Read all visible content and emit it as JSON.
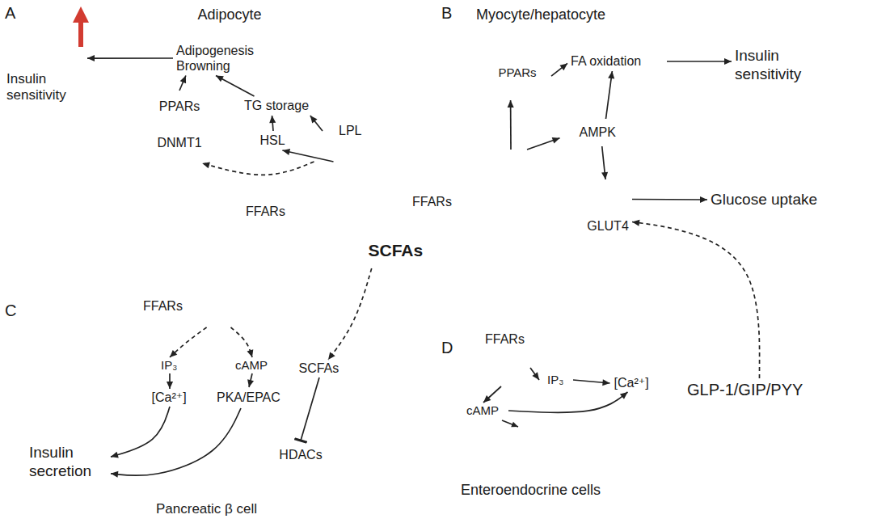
{
  "diagram": {
    "nodes": [
      {
        "text": [
          "Adipocyte"
        ]
      },
      {
        "text": [
          "Adipogenesis",
          "Browning"
        ],
        "in": 0
      },
      {
        "text": [
          "PPARs",
          "DNMT1"
        ],
        "in": 0
      },
      {
        "text": [
          "TG storage"
        ],
        "in": 0
      },
      {
        "text": [
          "HSL"
        ],
        "in": 0
      },
      {
        "text": [
          "LPL"
        ],
        "in": 0
      },
      {
        "text": [
          "FFARs"
        ]
      },
      {
        "text": [
          "Insulin sensitivity"
        ]
      },
      {
        "text": [
          "Myocyte/hepatocyte"
        ]
      },
      {
        "text": [
          "PPARs"
        ],
        "in": 8
      },
      {
        "text": [
          "FA oxidation"
        ],
        "in": 8
      },
      {
        "text": [
          "AMPK"
        ],
        "in": 8
      },
      {
        "text": [
          "FFARs"
        ]
      },
      {
        "text": [
          "GLUT4"
        ],
        "in": 8
      },
      {
        "text": [
          "Insulin sensitivity"
        ]
      },
      {
        "text": [
          "Glucose uptake"
        ]
      },
      {
        "text": [
          "SCFAs"
        ]
      },
      {
        "text": [
          "Pancreatic β cell"
        ]
      },
      {
        "text": [
          "FFARs"
        ]
      },
      {
        "text": [
          "IP₃"
        ],
        "in": 17
      },
      {
        "text": [
          "cAMP"
        ],
        "in": 17
      },
      {
        "text": [
          "[Ca²⁺]"
        ],
        "in": 17
      },
      {
        "text": [
          "PKA/EPAC"
        ],
        "in": 17
      },
      {
        "text": [
          "SCFAs"
        ],
        "in": 17
      },
      {
        "text": [
          "HDACs"
        ],
        "in": 17
      },
      {
        "text": [
          "Insulin secretion"
        ]
      },
      {
        "text": [
          "Enteroendocrine cells"
        ]
      },
      {
        "text": [
          "FFARs"
        ],
        "in": 26
      },
      {
        "text": [
          "cAMP"
        ],
        "in": 26
      },
      {
        "text": [
          "IP₃"
        ],
        "in": 26
      },
      {
        "text": [
          "[Ca²⁺]"
        ],
        "in": 26
      },
      {
        "text": [
          "GLP-1/GIP/PYY"
        ]
      }
    ],
    "edges": [
      {
        "from": 6,
        "to": 4,
        "arrow": "to"
      },
      {
        "from": 4,
        "to": 3,
        "arrow": "to"
      },
      {
        "from": 5,
        "to": 3,
        "arrow": "to"
      },
      {
        "from": 3,
        "to": 1,
        "arrow": "to"
      },
      {
        "from": 6,
        "to": 2,
        "arrow": "to"
      },
      {
        "from": 2,
        "to": 1,
        "arrow": "to"
      },
      {
        "from": 1,
        "to": 7,
        "arrow": "to"
      },
      {
        "from": 12,
        "to": 9,
        "arrow": "to"
      },
      {
        "from": 12,
        "to": 11,
        "arrow": "to"
      },
      {
        "from": 9,
        "to": 10,
        "arrow": "to"
      },
      {
        "from": 11,
        "to": 10,
        "arrow": "to"
      },
      {
        "from": 11,
        "to": 13,
        "arrow": "to"
      },
      {
        "from": 10,
        "to": 14,
        "arrow": "to"
      },
      {
        "from": 13,
        "to": 15,
        "arrow": "to"
      },
      {
        "from": 18,
        "to": 19,
        "arrow": "to"
      },
      {
        "from": 18,
        "to": 20,
        "arrow": "to"
      },
      {
        "from": 19,
        "to": 21,
        "arrow": "to"
      },
      {
        "from": 20,
        "to": 22,
        "arrow": "to"
      },
      {
        "from": 21,
        "to": 25,
        "arrow": "to"
      },
      {
        "from": 22,
        "to": 25,
        "arrow": "to"
      },
      {
        "from": 23,
        "to": 24,
        "arrow": "to"
      },
      {
        "from": 16,
        "to": 23,
        "arrow": "to"
      },
      {
        "from": 27,
        "to": 28,
        "arrow": "to"
      },
      {
        "from": 27,
        "to": 29,
        "arrow": "to"
      },
      {
        "from": 29,
        "to": 30,
        "arrow": "to"
      },
      {
        "from": 28,
        "to": 30,
        "arrow": "to"
      },
      {
        "from": 31,
        "to": 13,
        "arrow": "to"
      }
    ],
    "labels": [
      "A",
      "B",
      "C",
      "D"
    ]
  }
}
